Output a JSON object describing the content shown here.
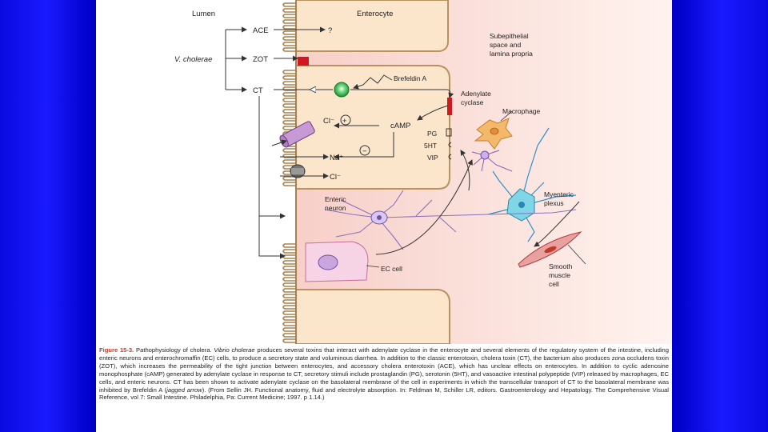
{
  "figure": {
    "labels": {
      "lumen": "Lumen",
      "enterocyte": "Enterocyte",
      "subepithelial": [
        "Subepithelial",
        "space and",
        "lamina propria"
      ],
      "v_cholerae": "V. cholerae",
      "ace": "ACE",
      "zot": "ZOT",
      "ct": "CT",
      "question": "?",
      "brefeldin": "Brefeldin A",
      "adenylate": [
        "Adenylate",
        "cyclase"
      ],
      "macrophage": "Macrophage",
      "cl_minus": "Cl⁻",
      "camp": "cAMP",
      "plus": "+",
      "minus": "−",
      "pg": "PG",
      "sht": "5HT",
      "vip": "VIP",
      "na_plus": "Na⁺",
      "cl_minus_2": "Cl⁻",
      "enteric_neuron": [
        "Enteric",
        "neuron"
      ],
      "myenteric": [
        "Myenteric",
        "plexus"
      ],
      "ec_cell": "EC cell",
      "smooth_muscle": [
        "Smooth",
        "muscle",
        "cell"
      ]
    }
  },
  "caption": {
    "figure_number": "Figure 15-3.",
    "title": "Pathophysiology of cholera.",
    "organism": "Vibrio cholerae",
    "body_1": "produces several toxins that interact with adenylate cyclase in the enterocyte and several elements of the regulatory system of the intestine, including enteric neurons and enterochromaffin (EC) cells, to produce a secretory state and voluminous diarrhea. In addition to the classic enterotoxin, cholera toxin (CT), the bacterium also produces zona occludens toxin (ZOT), which increases the permeability of the tight junction between enterocytes, and accessory cholera enterotoxin (ACE), which has unclear effects on enterocytes. In addition to cyclic adenosine monophosphate (cAMP) generated by adenylate cyclase in response to CT, secretory stimuli include prostaglandin (PG), serotonin (5HT), and vasoactive intestinal polypeptide (VIP) released by macrophages, EC cells, and enteric neurons. CT has been shown to activate adenylate cyclase on the basolateral membrane of the cell in experiments in which the transcellular transport of CT to the basolateral membrane was inhibited by Brefeldin A (",
    "jagged": "jagged arrow",
    "body_2": "). (From Sellin JH. Functional anatomy, fluid and electrolyte absorption. In: Feldman M, Schiller LR, editors. Gastroenterology and Hepatology. The Comprehensive Visual Reference, vol 7: Small Intestine. Philadelphia, Pa: Current Medicine; 1997. p 1.14.)"
  }
}
